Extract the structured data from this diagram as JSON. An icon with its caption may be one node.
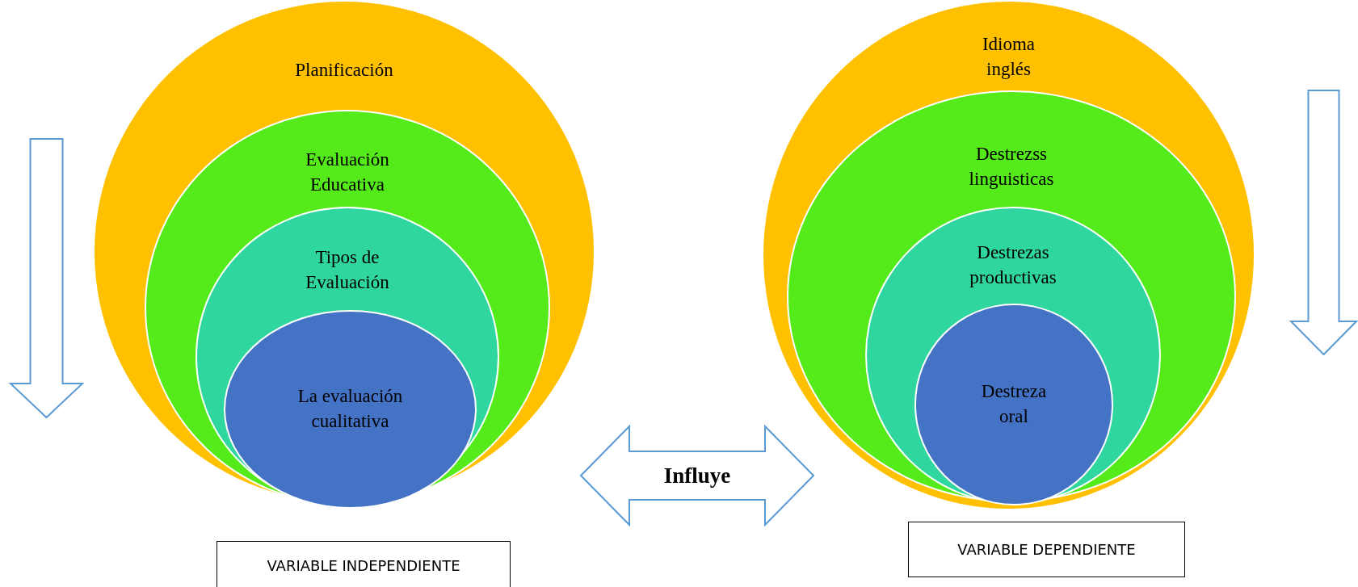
{
  "diagram": {
    "nodes": [
      {
        "text": [
          "Planificación"
        ]
      },
      {
        "text": [
          "Evaluación Educativa"
        ],
        "in": 0
      },
      {
        "text": [
          "Tipos de Evaluación"
        ],
        "in": 1
      },
      {
        "text": [
          "La evaluación cualitativa"
        ],
        "in": 2
      },
      {
        "text": [
          "Idioma inglés"
        ]
      },
      {
        "text": [
          "Destrezss linguisticas"
        ],
        "in": 4
      },
      {
        "text": [
          "Destrezas productivas"
        ],
        "in": 5
      },
      {
        "text": [
          "Destreza oral"
        ],
        "in": 6
      },
      {
        "text": [
          "VARIABLE INDEPENDIENTE"
        ]
      },
      {
        "text": [
          "VARIABLE DEPENDIENTE"
        ]
      }
    ],
    "edges": [
      {
        "from": 0,
        "to": 4,
        "arrow": "both",
        "label": "Influye"
      }
    ]
  }
}
